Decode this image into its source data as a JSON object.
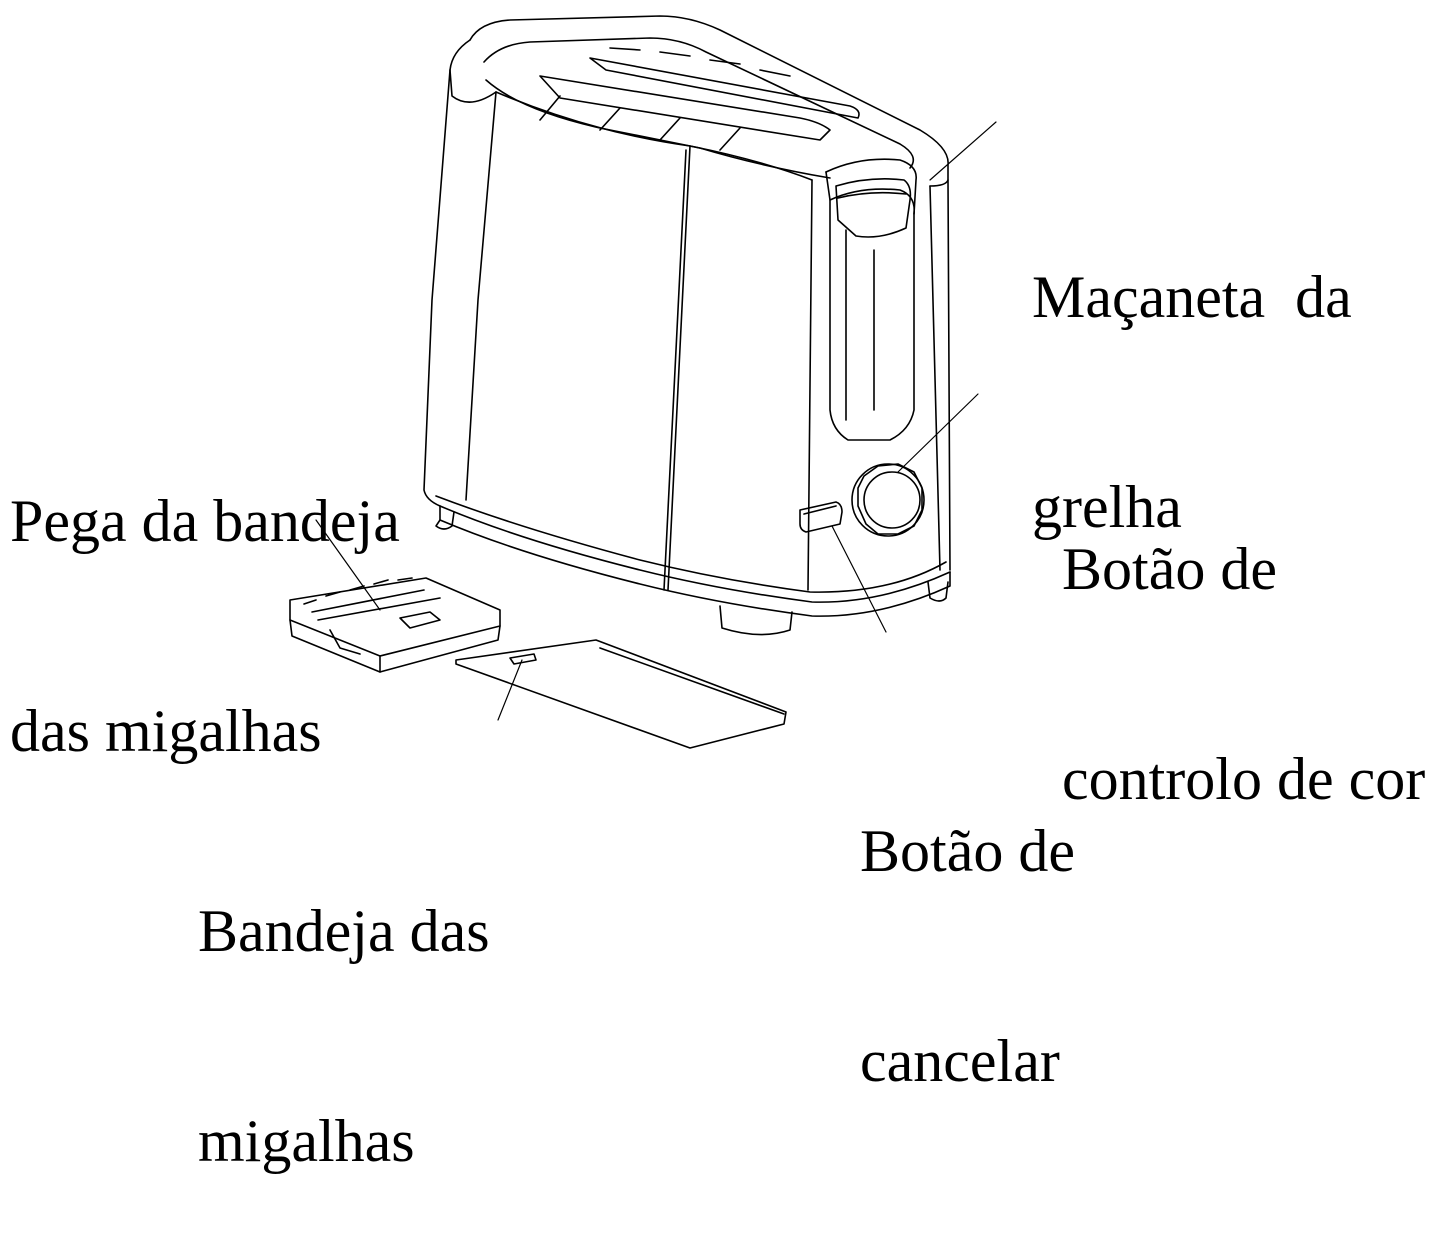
{
  "labels": {
    "lever": {
      "line1": "Maçaneta  da",
      "line2": "grelha"
    },
    "tray_handle": {
      "line1": "Pega da bandeja",
      "line2": "das migalhas"
    },
    "browning_control": {
      "line1": "Botão de",
      "line2": "controlo de cor"
    },
    "cancel_button": {
      "line1": "Botão de",
      "line2": "cancelar"
    },
    "crumb_tray": {
      "line1": "Bandeja das",
      "line2": "migalhas"
    }
  },
  "colors": {
    "line": "#000000",
    "background": "#ffffff"
  }
}
